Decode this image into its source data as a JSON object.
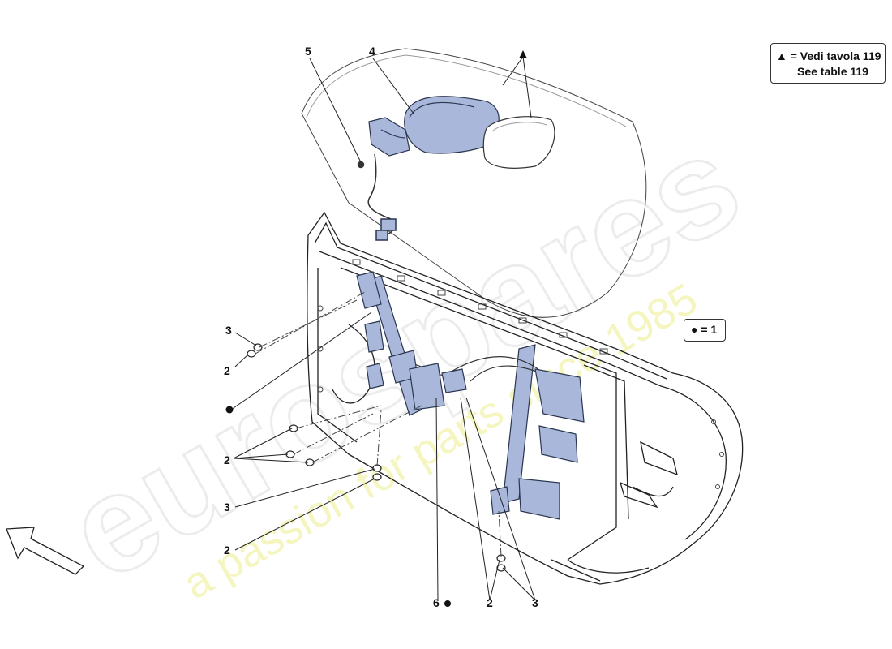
{
  "legend": {
    "table_ref_line1": "▲ = Vedi tavola 119",
    "table_ref_line2": "See table 119",
    "bullet_ref": "● = 1"
  },
  "callouts": {
    "c5": "5",
    "c4": "4",
    "tri": "▲",
    "c3_top": "3",
    "c2_top": "2",
    "c2_mid": "2",
    "c3_mid": "3",
    "c2_low": "2",
    "c6": "6",
    "c2_bottom": "2",
    "c3_bottom": "3"
  },
  "watermark": {
    "brand": "eurospares",
    "tagline": "a passion for parts since 1985"
  },
  "colors": {
    "part_fill": "#a9b8da",
    "part_stroke": "#2a3550",
    "line": "#222222",
    "watermark_gray": "#efefef",
    "watermark_yellow": "#f6f6c8"
  }
}
